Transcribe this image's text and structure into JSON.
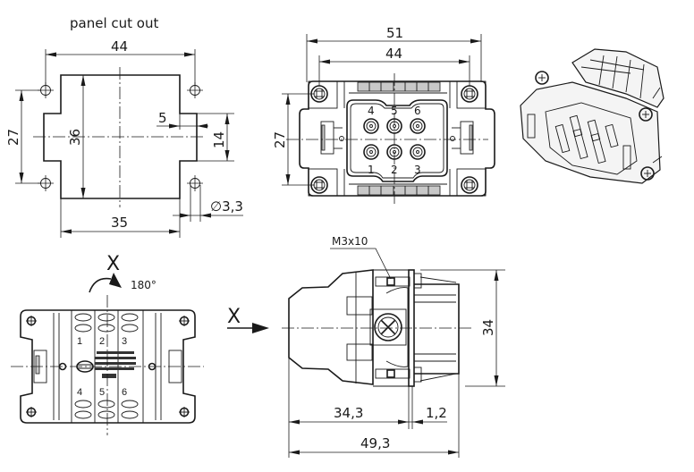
{
  "panel_cutout": {
    "title": "panel cut out",
    "dim_width_outer": "44",
    "dim_height_outer": "27",
    "dim_height_inner": "36",
    "dim_tab_depth": "5",
    "dim_tab_height": "14",
    "dim_bottom_width": "35",
    "dim_hole_diameter": "∅3,3"
  },
  "front_view": {
    "dim_width_overall": "51",
    "dim_width_mount": "44",
    "dim_height_mount": "27",
    "contacts_top": [
      "4",
      "5",
      "6"
    ],
    "contacts_bottom": [
      "1",
      "2",
      "3"
    ]
  },
  "rear_view": {
    "view_label": "X",
    "rotation_label": "180°",
    "contacts_top": [
      "1",
      "2",
      "3"
    ],
    "contacts_bottom": [
      "4",
      "5",
      "6"
    ]
  },
  "side_view": {
    "view_label": "X",
    "screw_callout": "M3x10",
    "dim_height": "34",
    "dim_body_length": "34,3",
    "dim_flange": "1,2",
    "dim_total_length": "49,3"
  }
}
